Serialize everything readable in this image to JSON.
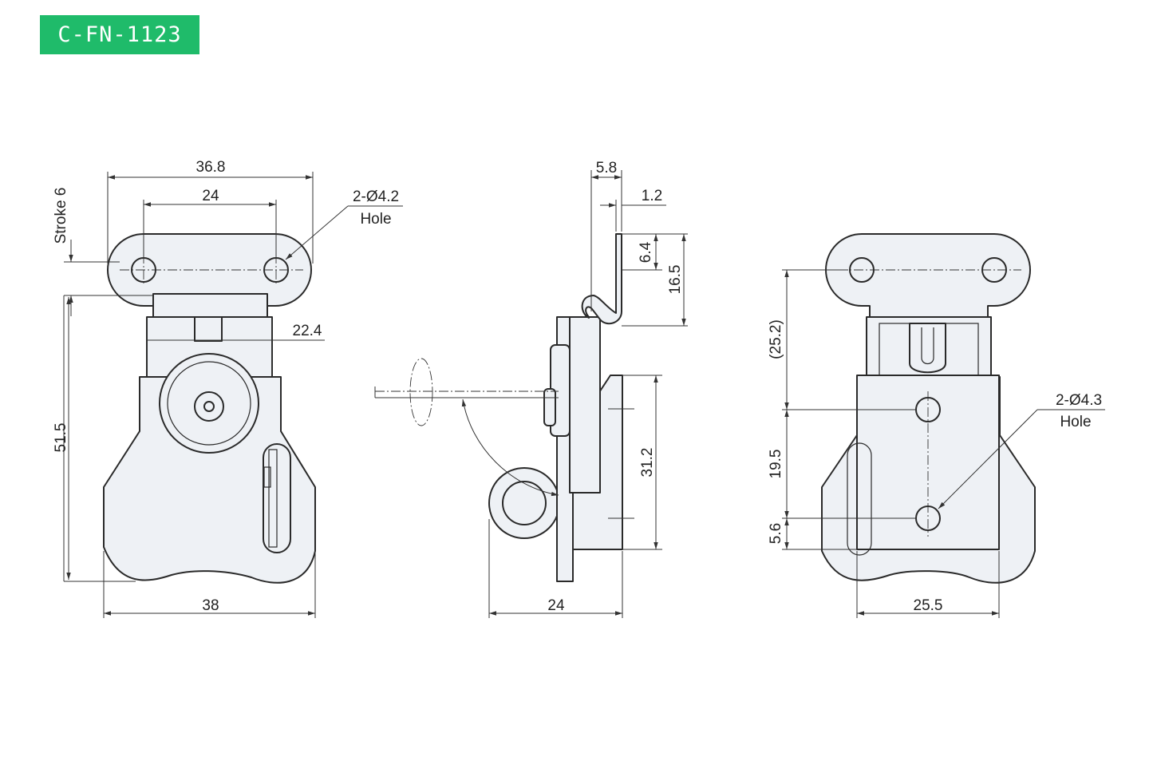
{
  "part_code": "C-FN-1123",
  "front_view": {
    "overall_width": "36.8",
    "hole_spacing": "24",
    "hole_note_size": "2-Ø4.2",
    "hole_note_word": "Hole",
    "stroke": "Stroke 6",
    "roller_width": "22.4",
    "height": "51.5",
    "bottom_width": "38"
  },
  "side_view": {
    "top_offset": "5.8",
    "thickness": "1.2",
    "hook_small": "6.4",
    "hook_height": "16.5",
    "base_height": "31.2",
    "depth": "24"
  },
  "back_view": {
    "upper_height": "(25.2)",
    "hole_note_size": "2-Ø4.3",
    "hole_note_word": "Hole",
    "hole_spacing": "19.5",
    "bottom_offset": "5.6",
    "base_width": "25.5"
  }
}
